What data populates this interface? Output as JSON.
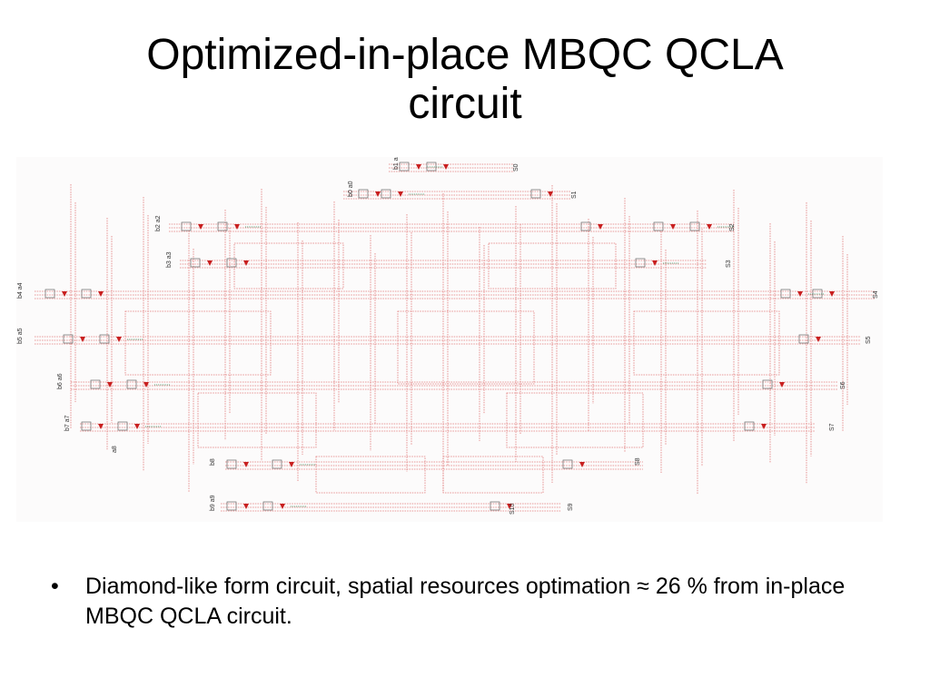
{
  "slide": {
    "title_line1": "Optimized-in-place MBQC QCLA",
    "title_line2": "circuit"
  },
  "figure": {
    "input_labels": [
      "b1 a1",
      "b0 a0",
      "b2 a2",
      "b3 a3",
      "b4 a4",
      "b5 a5",
      "b6 a6",
      "b7 a7",
      "a8",
      "b8",
      "b9 a9"
    ],
    "output_labels": [
      "S0",
      "S1",
      "S2",
      "S3",
      "S4",
      "S5",
      "S6",
      "S7",
      "S8",
      "S10",
      "S9"
    ],
    "colors": {
      "wire": "#e07878",
      "gate": "#c81e1e",
      "box": "#666666",
      "accent": "#2e8b57"
    }
  },
  "bullets": [
    {
      "marker": "•",
      "text": "Diamond-like form circuit, spatial resources optimation ≈ 26 % from in-place MBQC QCLA circuit."
    }
  ]
}
